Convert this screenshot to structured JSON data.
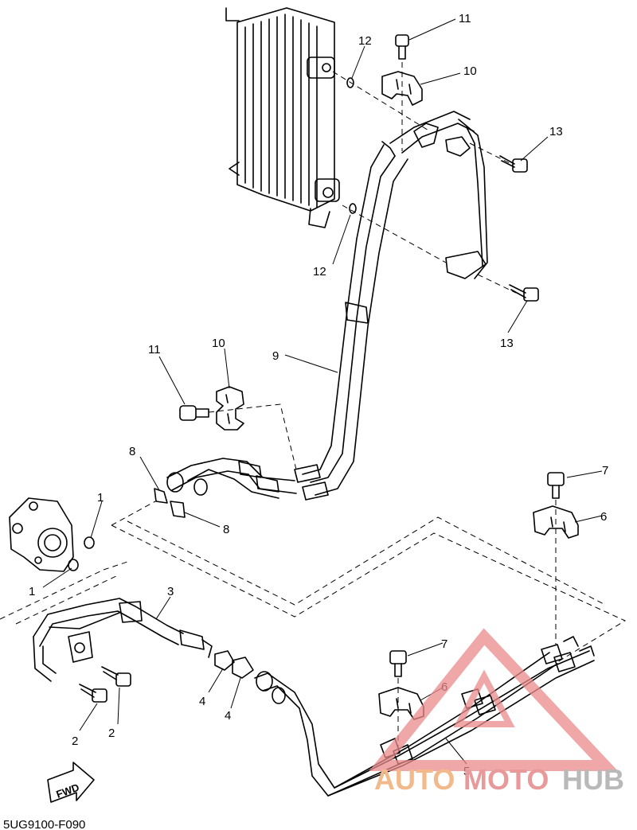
{
  "diagram": {
    "drawing_code": "5UG9100-F090",
    "fwd_label": "FWD",
    "callouts": [
      {
        "id": "c-11-top",
        "label": "11"
      },
      {
        "id": "c-12-top",
        "label": "12"
      },
      {
        "id": "c-10-top",
        "label": "10"
      },
      {
        "id": "c-13-top",
        "label": "13"
      },
      {
        "id": "c-12-mid",
        "label": "12"
      },
      {
        "id": "c-13-mid",
        "label": "13"
      },
      {
        "id": "c-11-left",
        "label": "11"
      },
      {
        "id": "c-10-left",
        "label": "10"
      },
      {
        "id": "c-9",
        "label": "9"
      },
      {
        "id": "c-8-top",
        "label": "8"
      },
      {
        "id": "c-8-bottom",
        "label": "8"
      },
      {
        "id": "c-7-right",
        "label": "7"
      },
      {
        "id": "c-6-right",
        "label": "6"
      },
      {
        "id": "c-1-top",
        "label": "1"
      },
      {
        "id": "c-1-bottom",
        "label": "1"
      },
      {
        "id": "c-3",
        "label": "3"
      },
      {
        "id": "c-7-lower",
        "label": "7"
      },
      {
        "id": "c-6-lower",
        "label": "6"
      },
      {
        "id": "c-4-left",
        "label": "4"
      },
      {
        "id": "c-4-right",
        "label": "4"
      },
      {
        "id": "c-2-left",
        "label": "2"
      },
      {
        "id": "c-2-right",
        "label": "2"
      },
      {
        "id": "c-5",
        "label": "5"
      }
    ]
  },
  "watermark": {
    "part1": "AUTO",
    "part2": "MOTO",
    "part3": "HUB"
  }
}
